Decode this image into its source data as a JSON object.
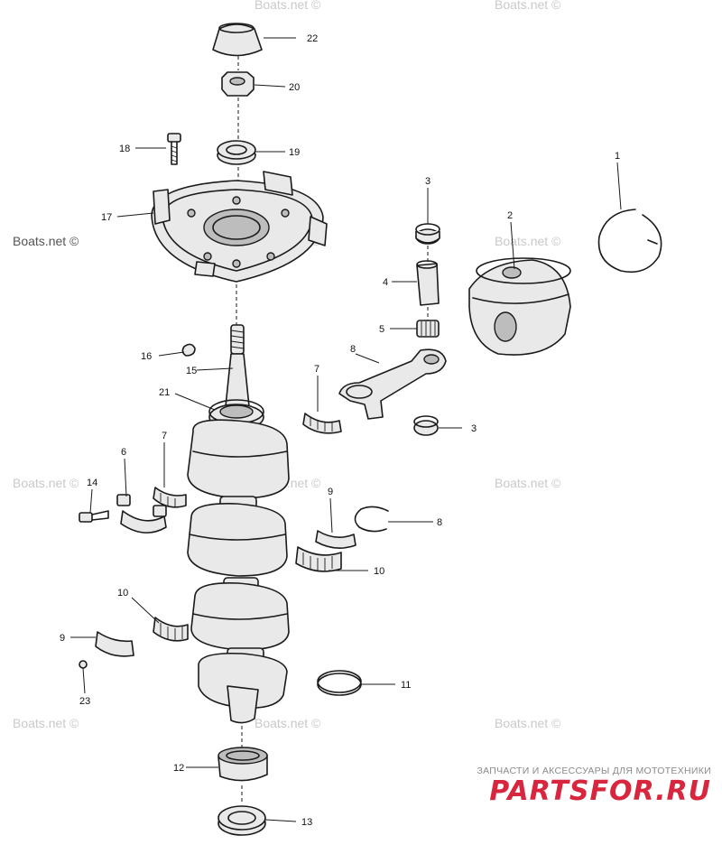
{
  "watermark": {
    "text": "Boats.net ©"
  },
  "brand": {
    "tagline": "ЗАПЧАСТИ И АКСЕССУАРЫ ДЛЯ МОТОТЕХНИКИ",
    "logo": "PARTSFOR.RU",
    "accent_color": "#d7263d"
  },
  "callouts": {
    "c1": "1",
    "c2": "2",
    "c3a": "3",
    "c3b": "3",
    "c4": "4",
    "c5": "5",
    "c6": "6",
    "c7a": "7",
    "c7b": "7",
    "c8a": "8",
    "c8b": "8",
    "c9a": "9",
    "c9b": "9",
    "c10a": "10",
    "c10b": "10",
    "c11": "11",
    "c12": "12",
    "c13": "13",
    "c14": "14",
    "c15": "15",
    "c16": "16",
    "c17": "17",
    "c18": "18",
    "c19": "19",
    "c20": "20",
    "c21": "21",
    "c22": "22",
    "c23": "23"
  }
}
